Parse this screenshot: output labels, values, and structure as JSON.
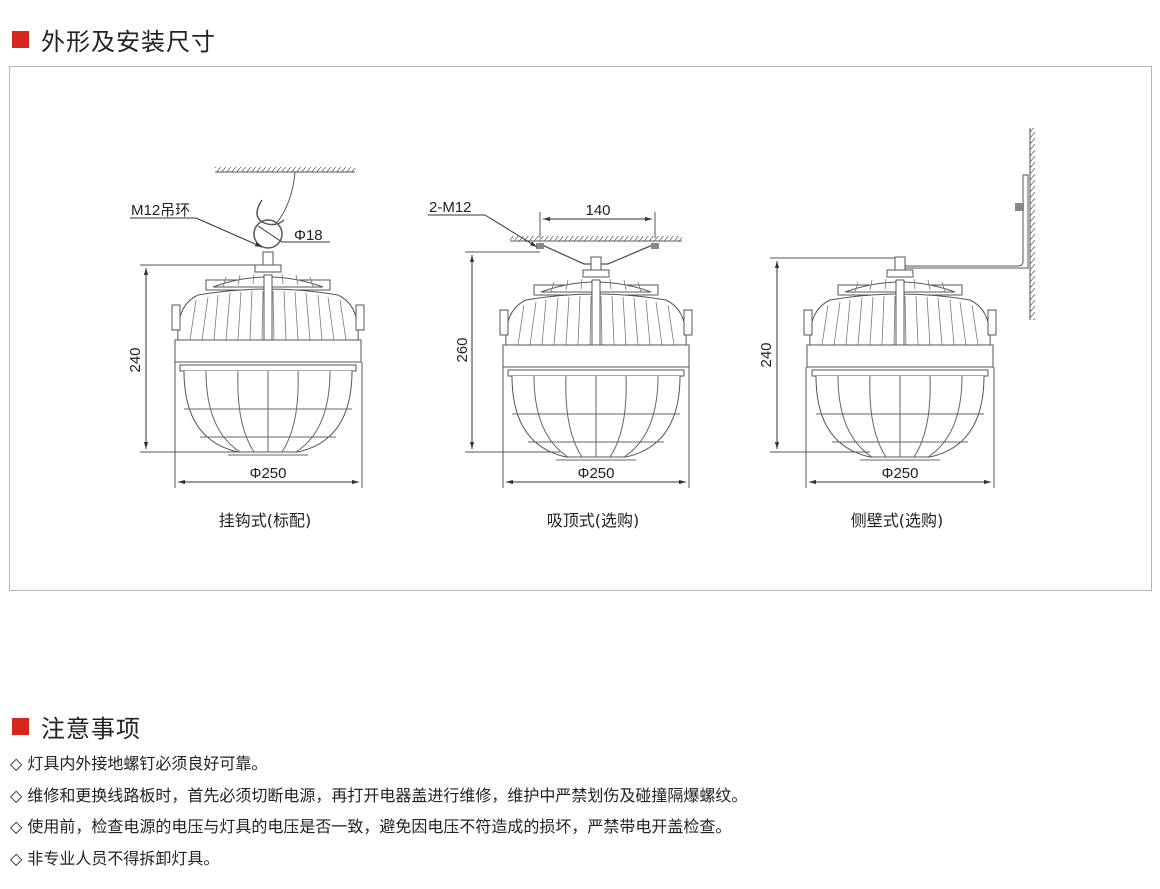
{
  "section1": {
    "title": "外形及安装尺寸",
    "marker_color": "#d7261e"
  },
  "drawings": [
    {
      "caption": "挂钩式(标配)",
      "height": "240",
      "diameter": "Φ250",
      "ring_label": "M12吊环",
      "ring_diameter": "Φ18"
    },
    {
      "caption": "吸顶式(选购)",
      "height": "260",
      "diameter": "Φ250",
      "bolt_label": "2-M12",
      "spacing": "140"
    },
    {
      "caption": "侧壁式(选购)",
      "height": "240",
      "diameter": "Φ250"
    }
  ],
  "section2": {
    "title": "注意事项",
    "marker_color": "#d7261e"
  },
  "notes": [
    {
      "bullet": "◇",
      "text": "灯具内外接地螺钉必须良好可靠。"
    },
    {
      "bullet": "◇",
      "text": "维修和更换线路板时，首先必须切断电源，再打开电器盖进行维修，维护中严禁划伤及碰撞隔爆螺纹。"
    },
    {
      "bullet": "◇",
      "text": "使用前，检查电源的电压与灯具的电压是否一致，避免因电压不符造成的损坏，严禁带电开盖检查。"
    },
    {
      "bullet": "◇",
      "text": "非专业人员不得拆卸灯具。"
    }
  ]
}
